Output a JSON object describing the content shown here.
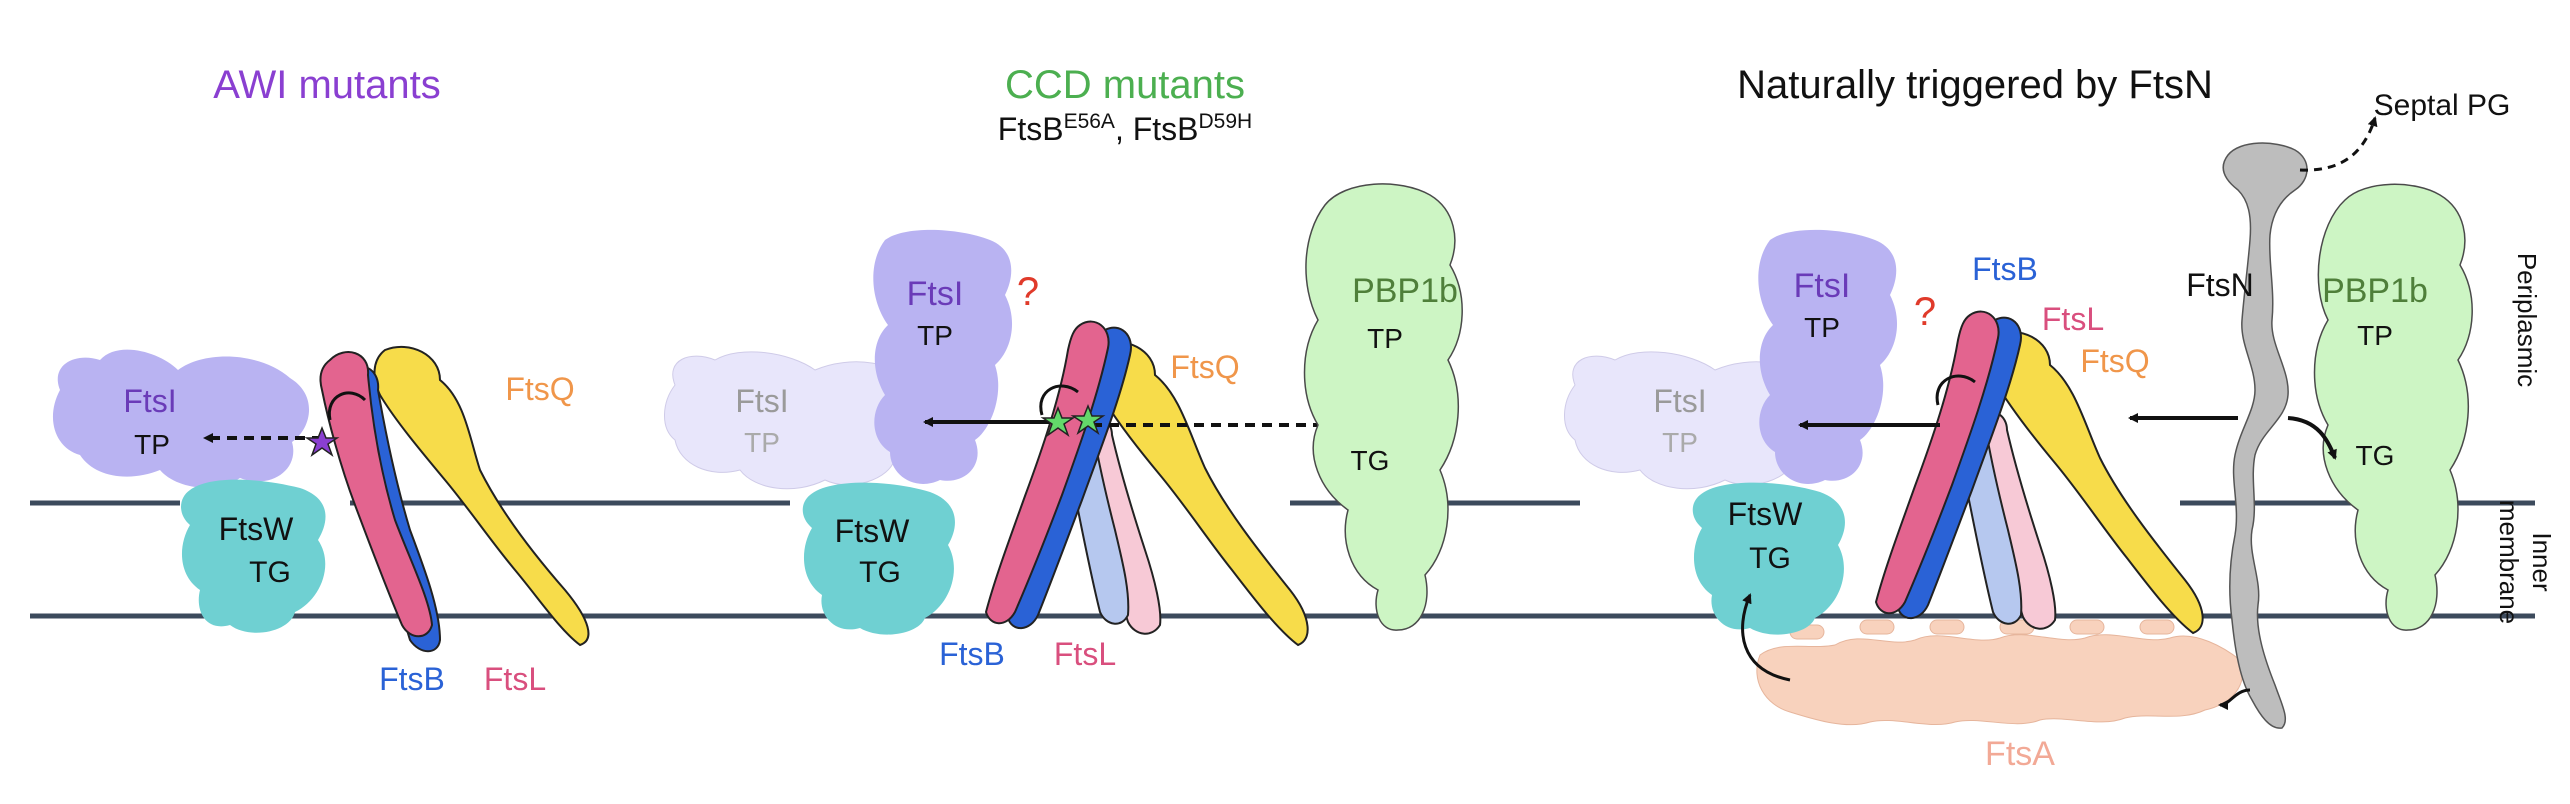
{
  "colors": {
    "awi": "#8a3fd1",
    "ccd": "#4caf50",
    "title_dark": "#111111",
    "ftsi": "#b9b3f2",
    "ftsi_faded": "#e8e6fb",
    "ftsi_label": "#6a3bb8",
    "ftsi_label_faded": "#9a9a9a",
    "ftsw": "#6fd0d2",
    "ftsb": "#2a62d6",
    "ftsl": "#e3648f",
    "ftsq": "#f7dc4a",
    "ftsq_label": "#f0964a",
    "pbp": "#cdf5c4",
    "pbp_label": "#4f7f3a",
    "ftsn": "#bdbdbd",
    "ftsa": "#f8d2bd",
    "ftsa_label": "#f2a996",
    "membrane": "#3c4a5c",
    "question": "#e03a2a",
    "ftsb_label": "#2a62d6",
    "ftsl_label": "#d94f7e"
  },
  "panel1": {
    "title": "AWI mutants",
    "ftsi_name": "FtsI",
    "ftsi_domain": "TP",
    "ftsq": "FtsQ",
    "ftsw_name": "FtsW",
    "ftsw_domain": "TG",
    "ftsb": "FtsB",
    "ftsl": "FtsL"
  },
  "panel2": {
    "title": "CCD mutants",
    "subtitle_base1": "FtsB",
    "subtitle_sup1": "E56A",
    "subtitle_sep": ", ",
    "subtitle_base2": "FtsB",
    "subtitle_sup2": "D59H",
    "question": "?",
    "ftsi_name": "FtsI",
    "ftsi_domain": "TP",
    "ftsi_faded_name": "FtsI",
    "ftsi_faded_domain": "TP",
    "ftsq": "FtsQ",
    "pbp_name": "PBP1b",
    "pbp_tp": "TP",
    "pbp_tg": "TG",
    "ftsw_name": "FtsW",
    "ftsw_domain": "TG",
    "ftsb": "FtsB",
    "ftsl": "FtsL"
  },
  "panel3": {
    "title": "Naturally triggered by FtsN",
    "septal": "Septal PG",
    "question": "?",
    "ftsi_name": "FtsI",
    "ftsi_domain": "TP",
    "ftsi_faded_name": "FtsI",
    "ftsi_faded_domain": "TP",
    "ftsb": "FtsB",
    "ftsl": "FtsL",
    "ftsq": "FtsQ",
    "ftsn": "FtsN",
    "pbp_name": "PBP1b",
    "pbp_tp": "TP",
    "pbp_tg": "TG",
    "ftsw_name": "FtsW",
    "ftsw_domain": "TG",
    "ftsa": "FtsA"
  },
  "side": {
    "periplasmic": "Periplasmic",
    "inner": "Inner",
    "membrane": "membrane"
  }
}
